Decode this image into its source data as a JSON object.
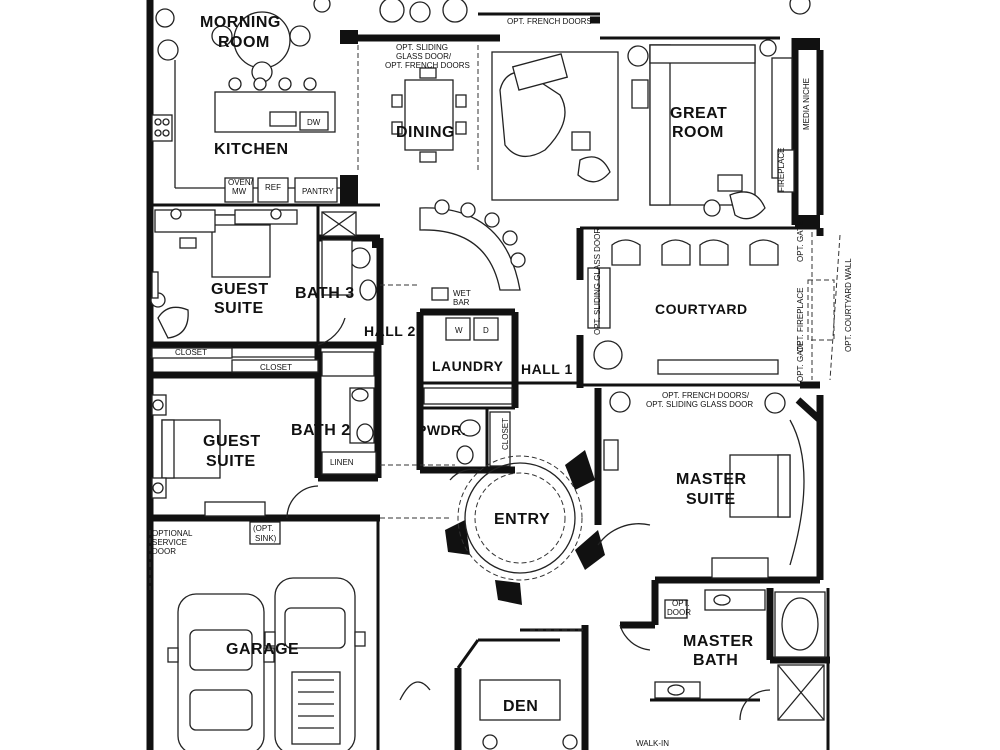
{
  "rooms": {
    "morning_room": [
      "MORNING",
      "ROOM"
    ],
    "kitchen": "KITCHEN",
    "dining": "DINING",
    "great_room": [
      "GREAT",
      "ROOM"
    ],
    "guest_suite_1": [
      "GUEST",
      "SUITE"
    ],
    "bath3": "BATH 3",
    "hall2": "HALL 2",
    "laundry": "LAUNDRY",
    "hall1": "HALL 1",
    "courtyard": "COURTYARD",
    "guest_suite_2": [
      "GUEST",
      "SUITE"
    ],
    "bath2": "BATH 2",
    "pwdr": "PWDR.",
    "entry": "ENTRY",
    "master_suite": [
      "MASTER",
      "SUITE"
    ],
    "garage": "GARAGE",
    "den": "DEN",
    "master_bath": [
      "MASTER",
      "BATH"
    ]
  },
  "notes": {
    "opt_french_doors_top": "OPT. FRENCH DOORS",
    "opt_sliding_glass_door": [
      "OPT. SLIDING",
      "GLASS DOOR/",
      "OPT. FRENCH DOORS"
    ],
    "media_niche": "MEDIA NICHE",
    "fireplace": "FIREPLACE",
    "oven_mw": [
      "OVEN/",
      "MW"
    ],
    "ref": "REF",
    "pantry": "PANTRY",
    "dw": "DW",
    "wet_bar": [
      "WET",
      "BAR"
    ],
    "opt_sliding_glass_door_side": "OPT. SLIDING GLASS DOOR",
    "opt_gate_top": "OPT. GATE",
    "opt_fireplace": "OPT. FIREPLACE",
    "opt_gate_bottom": "OPT. GATE",
    "opt_courtyard_wall": "OPT. COURTYARD WALL",
    "closet_1": "CLOSET",
    "closet_2": "CLOSET",
    "opt_french_doors_master": [
      "OPT. FRENCH DOORS/",
      "OPT. SLIDING GLASS DOOR"
    ],
    "linen": "LINEN",
    "closet_small": "CLOSET",
    "washer": "W",
    "dryer": "D",
    "optional_service_door": [
      "OPTIONAL",
      "SERVICE",
      "DOOR"
    ],
    "opt_sink": [
      "(OPT.",
      "SINK)"
    ],
    "opt_door": [
      "OPT.",
      "DOOR"
    ],
    "walk_in": "WALK-IN"
  }
}
